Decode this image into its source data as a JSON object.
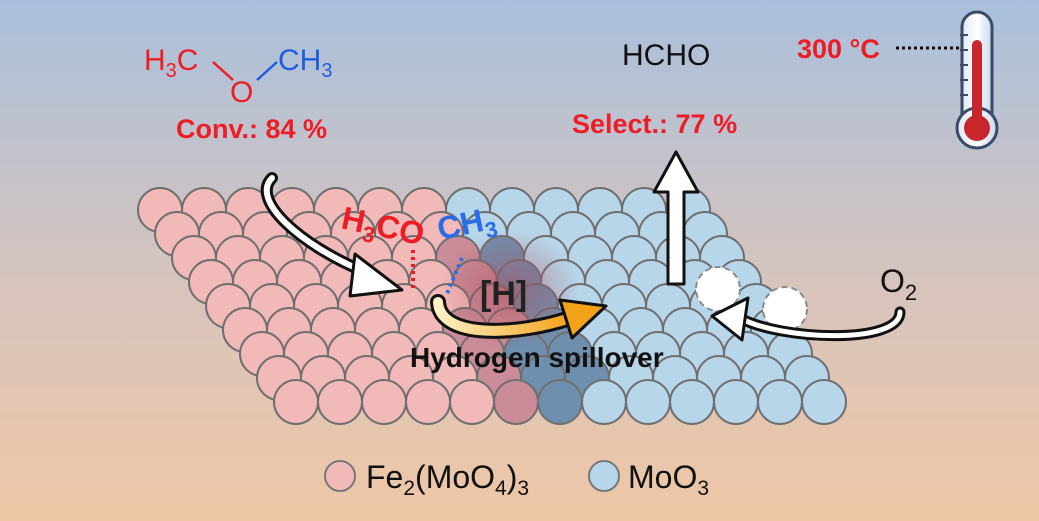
{
  "reactant": {
    "left_group": "H",
    "left_group_sub": "3",
    "left_group_c": "C",
    "center_atom": "O",
    "right_group": "CH",
    "right_group_sub": "3",
    "conversion": "Conv.: 84 %"
  },
  "product": {
    "name": "HCHO",
    "selectivity": "Select.: 77 %"
  },
  "temperature": {
    "label": "300 °C",
    "icon": "thermometer-icon"
  },
  "adsorbed": {
    "h": "H",
    "h_sub": "3",
    "co": "CO",
    "ch": "CH",
    "ch_sub": "3"
  },
  "spillover": {
    "species": "[H]",
    "label": "Hydrogen spillover"
  },
  "oxygen": {
    "text": "O",
    "sub": "2"
  },
  "legend": [
    {
      "label_main": "Fe",
      "sub1": "2",
      "mid": "(MoO",
      "sub2": "4",
      "end": ")",
      "sub3": "3",
      "color": "#f1b9b7"
    },
    {
      "label_main": "MoO",
      "sub1": "3",
      "color": "#b7d6ea"
    }
  ],
  "colors": {
    "red": "#ee1c24",
    "blue": "#1f5de0",
    "fe_atom": "#f1b9b7",
    "mo_atom": "#b7d6ea",
    "arrow_gold": "#f3b23a"
  }
}
